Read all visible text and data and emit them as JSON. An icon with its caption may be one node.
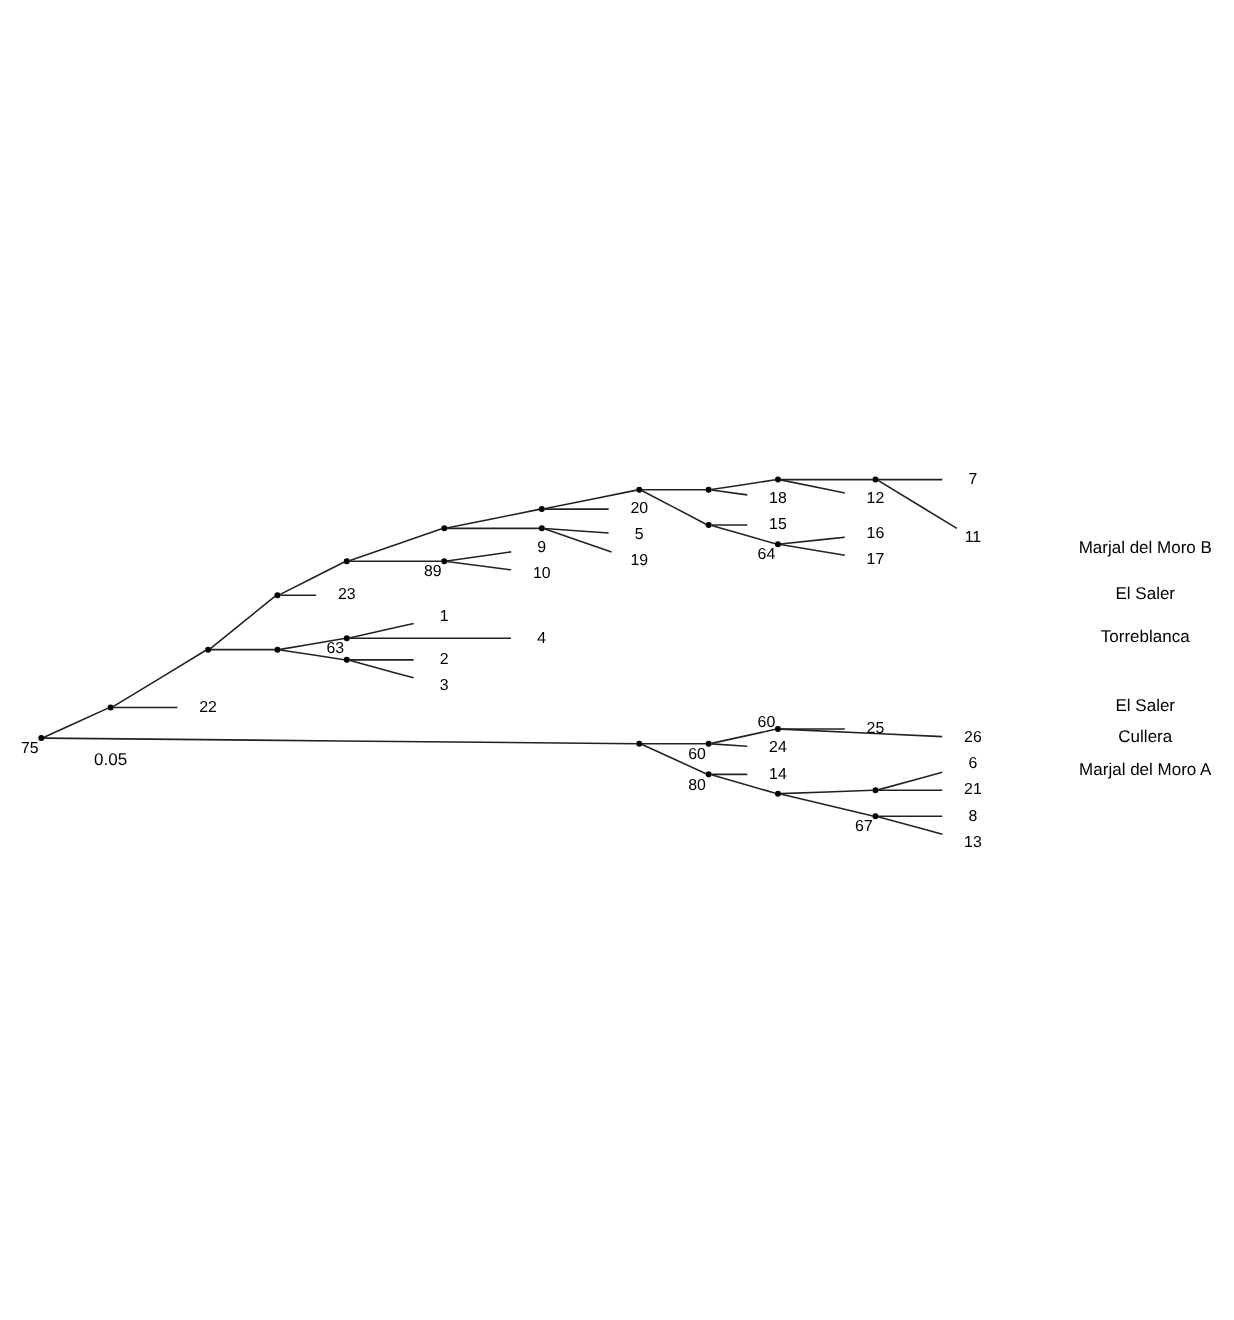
{
  "diagram": {
    "nodes": [
      {
        "text": [],
        "shape": "point",
        "beside": [
          "75"
        ]
      },
      {
        "text": [],
        "shape": "point"
      },
      {
        "text": [],
        "shape": "point"
      },
      {
        "text": [],
        "shape": "point"
      },
      {
        "text": [],
        "shape": "point"
      },
      {
        "text": [],
        "shape": "point"
      },
      {
        "text": [],
        "shape": "point"
      },
      {
        "text": [],
        "shape": "point"
      },
      {
        "text": [],
        "shape": "point"
      },
      {
        "text": [],
        "shape": "point"
      },
      {
        "text": [],
        "shape": "point"
      },
      {
        "text": [
          "7"
        ]
      },
      {
        "text": [
          "11"
        ]
      },
      {
        "text": [
          "12"
        ]
      },
      {
        "text": [
          "18"
        ]
      },
      {
        "text": [],
        "shape": "point"
      },
      {
        "text": [
          "15"
        ]
      },
      {
        "text": [],
        "shape": "point",
        "beside": [
          "64"
        ]
      },
      {
        "text": [
          "16"
        ]
      },
      {
        "text": [
          "17"
        ]
      },
      {
        "text": [
          "20"
        ]
      },
      {
        "text": [],
        "shape": "point"
      },
      {
        "text": [
          "5"
        ]
      },
      {
        "text": [
          "19"
        ]
      },
      {
        "text": [],
        "shape": "point",
        "beside": [
          "89"
        ]
      },
      {
        "text": [
          "9"
        ]
      },
      {
        "text": [
          "10"
        ]
      },
      {
        "text": [
          "23"
        ]
      },
      {
        "text": [],
        "shape": "point"
      },
      {
        "text": [],
        "shape": "point",
        "beside": [
          "63"
        ]
      },
      {
        "text": [
          "1"
        ]
      },
      {
        "text": [
          "4"
        ]
      },
      {
        "text": [],
        "shape": "point"
      },
      {
        "text": [
          "2"
        ]
      },
      {
        "text": [
          "3"
        ]
      },
      {
        "text": [
          "22"
        ]
      },
      {
        "text": [],
        "shape": "point"
      },
      {
        "text": [],
        "shape": "point",
        "beside": [
          "60"
        ]
      },
      {
        "text": [],
        "shape": "point",
        "beside": [
          "60"
        ]
      },
      {
        "text": [
          "25"
        ]
      },
      {
        "text": [
          "26"
        ]
      },
      {
        "text": [
          "24"
        ]
      },
      {
        "text": [],
        "shape": "point",
        "beside": [
          "80"
        ]
      },
      {
        "text": [
          "14"
        ]
      },
      {
        "text": [],
        "shape": "point"
      },
      {
        "text": [],
        "shape": "point"
      },
      {
        "text": [
          "6"
        ]
      },
      {
        "text": [
          "21"
        ]
      },
      {
        "text": [],
        "shape": "point",
        "beside": [
          "67"
        ]
      },
      {
        "text": [
          "8"
        ]
      },
      {
        "text": [
          "13"
        ]
      }
    ],
    "edges": [
      {
        "from": 0,
        "to": 1,
        "arrow": "none"
      },
      {
        "from": 0,
        "to": 36,
        "arrow": "none"
      },
      {
        "from": 1,
        "to": 2,
        "arrow": "none"
      },
      {
        "from": 1,
        "to": 35,
        "arrow": "none"
      },
      {
        "from": 2,
        "to": 3,
        "arrow": "none"
      },
      {
        "from": 2,
        "to": 28,
        "arrow": "none"
      },
      {
        "from": 3,
        "to": 4,
        "arrow": "none"
      },
      {
        "from": 3,
        "to": 27,
        "arrow": "none"
      },
      {
        "from": 4,
        "to": 5,
        "arrow": "none"
      },
      {
        "from": 4,
        "to": 24,
        "arrow": "none"
      },
      {
        "from": 5,
        "to": 6,
        "arrow": "none"
      },
      {
        "from": 5,
        "to": 21,
        "arrow": "none"
      },
      {
        "from": 6,
        "to": 7,
        "arrow": "none"
      },
      {
        "from": 6,
        "to": 20,
        "arrow": "none"
      },
      {
        "from": 7,
        "to": 8,
        "arrow": "none"
      },
      {
        "from": 7,
        "to": 15,
        "arrow": "none"
      },
      {
        "from": 8,
        "to": 9,
        "arrow": "none"
      },
      {
        "from": 8,
        "to": 14,
        "arrow": "none"
      },
      {
        "from": 9,
        "to": 10,
        "arrow": "none"
      },
      {
        "from": 9,
        "to": 13,
        "arrow": "none"
      },
      {
        "from": 10,
        "to": 11,
        "arrow": "none"
      },
      {
        "from": 10,
        "to": 12,
        "arrow": "none"
      },
      {
        "from": 15,
        "to": 16,
        "arrow": "none"
      },
      {
        "from": 15,
        "to": 17,
        "arrow": "none"
      },
      {
        "from": 17,
        "to": 18,
        "arrow": "none"
      },
      {
        "from": 17,
        "to": 19,
        "arrow": "none"
      },
      {
        "from": 21,
        "to": 22,
        "arrow": "none"
      },
      {
        "from": 21,
        "to": 23,
        "arrow": "none"
      },
      {
        "from": 24,
        "to": 25,
        "arrow": "none"
      },
      {
        "from": 24,
        "to": 26,
        "arrow": "none"
      },
      {
        "from": 28,
        "to": 29,
        "arrow": "none"
      },
      {
        "from": 28,
        "to": 32,
        "arrow": "none"
      },
      {
        "from": 29,
        "to": 30,
        "arrow": "none"
      },
      {
        "from": 29,
        "to": 31,
        "arrow": "none"
      },
      {
        "from": 32,
        "to": 33,
        "arrow": "none"
      },
      {
        "from": 32,
        "to": 34,
        "arrow": "none"
      },
      {
        "from": 36,
        "to": 37,
        "arrow": "none"
      },
      {
        "from": 36,
        "to": 42,
        "arrow": "none"
      },
      {
        "from": 37,
        "to": 38,
        "arrow": "none"
      },
      {
        "from": 37,
        "to": 41,
        "arrow": "none"
      },
      {
        "from": 38,
        "to": 39,
        "arrow": "none"
      },
      {
        "from": 38,
        "to": 40,
        "arrow": "none"
      },
      {
        "from": 42,
        "to": 43,
        "arrow": "none"
      },
      {
        "from": 42,
        "to": 44,
        "arrow": "none"
      },
      {
        "from": 44,
        "to": 45,
        "arrow": "none"
      },
      {
        "from": 44,
        "to": 48,
        "arrow": "none"
      },
      {
        "from": 45,
        "to": 46,
        "arrow": "none"
      },
      {
        "from": 45,
        "to": 47,
        "arrow": "none"
      },
      {
        "from": 48,
        "to": 49,
        "arrow": "none"
      },
      {
        "from": 48,
        "to": 50,
        "arrow": "none"
      }
    ],
    "labels": [
      "Marjal del Moro B",
      "El Saler",
      "Torreblanca",
      "El Saler",
      "Cullera",
      "Marjal del Moro A",
      "0.05"
    ]
  }
}
